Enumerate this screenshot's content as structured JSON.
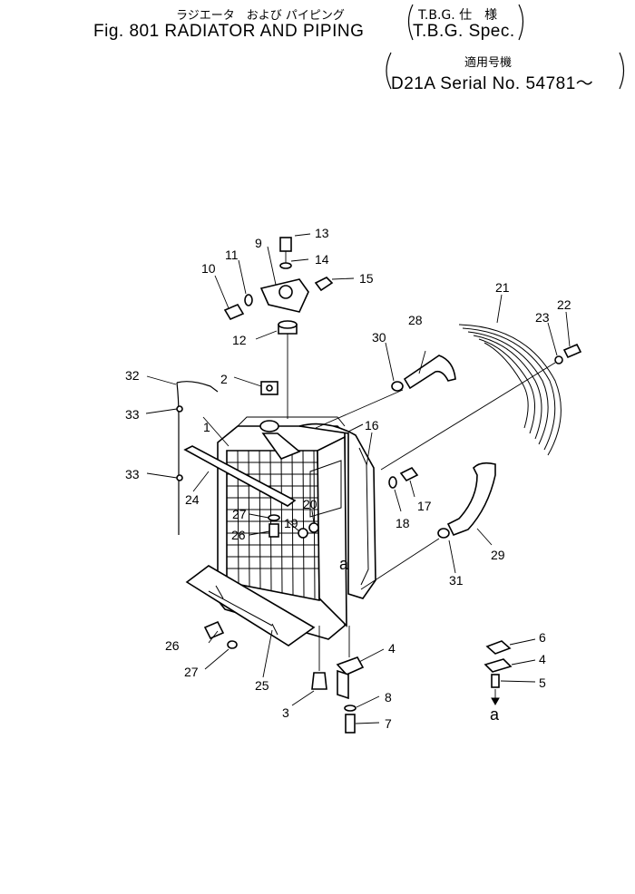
{
  "header": {
    "title_jp": "ラジエータ　および パイピング",
    "title_en": "Fig. 801 RADIATOR AND PIPING",
    "spec_jp": "T.B.G. 仕　様",
    "spec_en": "T.B.G. Spec.",
    "serial_jp": "適用号機",
    "serial_en": "D21A Serial No. 54781～"
  },
  "callouts": [
    "1",
    "2",
    "3",
    "4",
    "4",
    "5",
    "6",
    "7",
    "8",
    "9",
    "10",
    "11",
    "12",
    "13",
    "14",
    "15",
    "16",
    "17",
    "18",
    "19",
    "20",
    "21",
    "22",
    "23",
    "24",
    "25",
    "26",
    "26",
    "27",
    "27",
    "28",
    "29",
    "30",
    "31",
    "32",
    "33",
    "33"
  ],
  "refs": {
    "a_top": "a",
    "a_bottom": "a"
  }
}
